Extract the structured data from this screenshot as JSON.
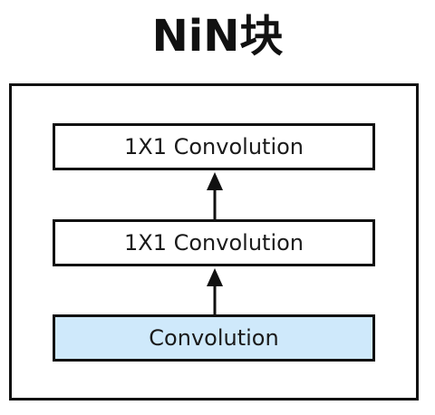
{
  "title": "NiN块",
  "block": {
    "layers": [
      {
        "label": "1X1 Convolution",
        "fill": "#ffffff"
      },
      {
        "label": "1X1 Convolution",
        "fill": "#ffffff"
      },
      {
        "label": "Convolution",
        "fill": "#cfe9fb"
      }
    ]
  },
  "colors": {
    "border": "#111111",
    "highlight": "#cfe9fb",
    "background": "#ffffff"
  }
}
